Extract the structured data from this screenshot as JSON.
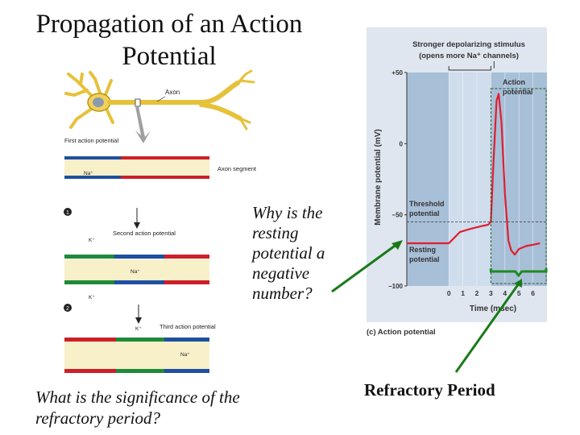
{
  "slide": {
    "title_line1": "Propagation of an Action",
    "title_line2": "Potential",
    "question_resting": "Why is the resting potential a negative number?",
    "question_refractory": "What is the significance of the refractory period?",
    "refractory_label": "Refractory Period"
  },
  "neuron_figure": {
    "axon_label": "Axon",
    "axon_segment_label": "Axon segment",
    "first_ap": "First action potential",
    "second_ap": "Second action potential",
    "third_ap": "Third action potential",
    "step1": "1",
    "step2": "2",
    "na_ion": "Na⁺",
    "k_ion": "K⁺"
  },
  "colors": {
    "chart_bg": "#a8bfd8",
    "chart_highlight": "#cfdded",
    "trace": "#e01e2e",
    "refractory_bracket": "#1e8a1e",
    "arrow": "#1a7a1a",
    "membrane_red": "#cc1f2a",
    "membrane_blue": "#1f4fa0",
    "membrane_green": "#1f8a3a",
    "cytoplasm": "#f7f0c8"
  },
  "chart_data": {
    "type": "line",
    "title": "Stronger depolarizing stimulus (opens more Na⁺ channels)",
    "caption": "(c) Action potential",
    "xlabel": "Time (msec)",
    "ylabel": "Membrane potential (mV)",
    "xlim": [
      -3,
      7
    ],
    "ylim": [
      -100,
      50
    ],
    "xticks": [
      0,
      1,
      2,
      3,
      4,
      5,
      6
    ],
    "yticks": [
      50,
      0,
      -50,
      -100
    ],
    "ytick_labels": [
      "+50",
      "0",
      "−50",
      "−100"
    ],
    "threshold_mv": -55,
    "stimulus_window_ms": [
      0,
      3
    ],
    "series": [
      {
        "x": [
          -3,
          0,
          0.3,
          0.8,
          1.5,
          2.3,
          2.8,
          3.0,
          3.15,
          3.4,
          3.55,
          3.75,
          4.0,
          4.25,
          4.45,
          4.7,
          5.0,
          5.5,
          6.0,
          6.5
        ],
        "y": [
          -70,
          -70,
          -67,
          -62,
          -60,
          -58,
          -57,
          -55,
          -20,
          30,
          35,
          15,
          -35,
          -68,
          -75,
          -78,
          -74,
          -72,
          -71,
          -70
        ]
      }
    ],
    "annotations": {
      "action_potential": "Action potential",
      "threshold": "Threshold potential",
      "resting": "Resting potential"
    },
    "refractory_bracket_ms": [
      3,
      7
    ]
  }
}
